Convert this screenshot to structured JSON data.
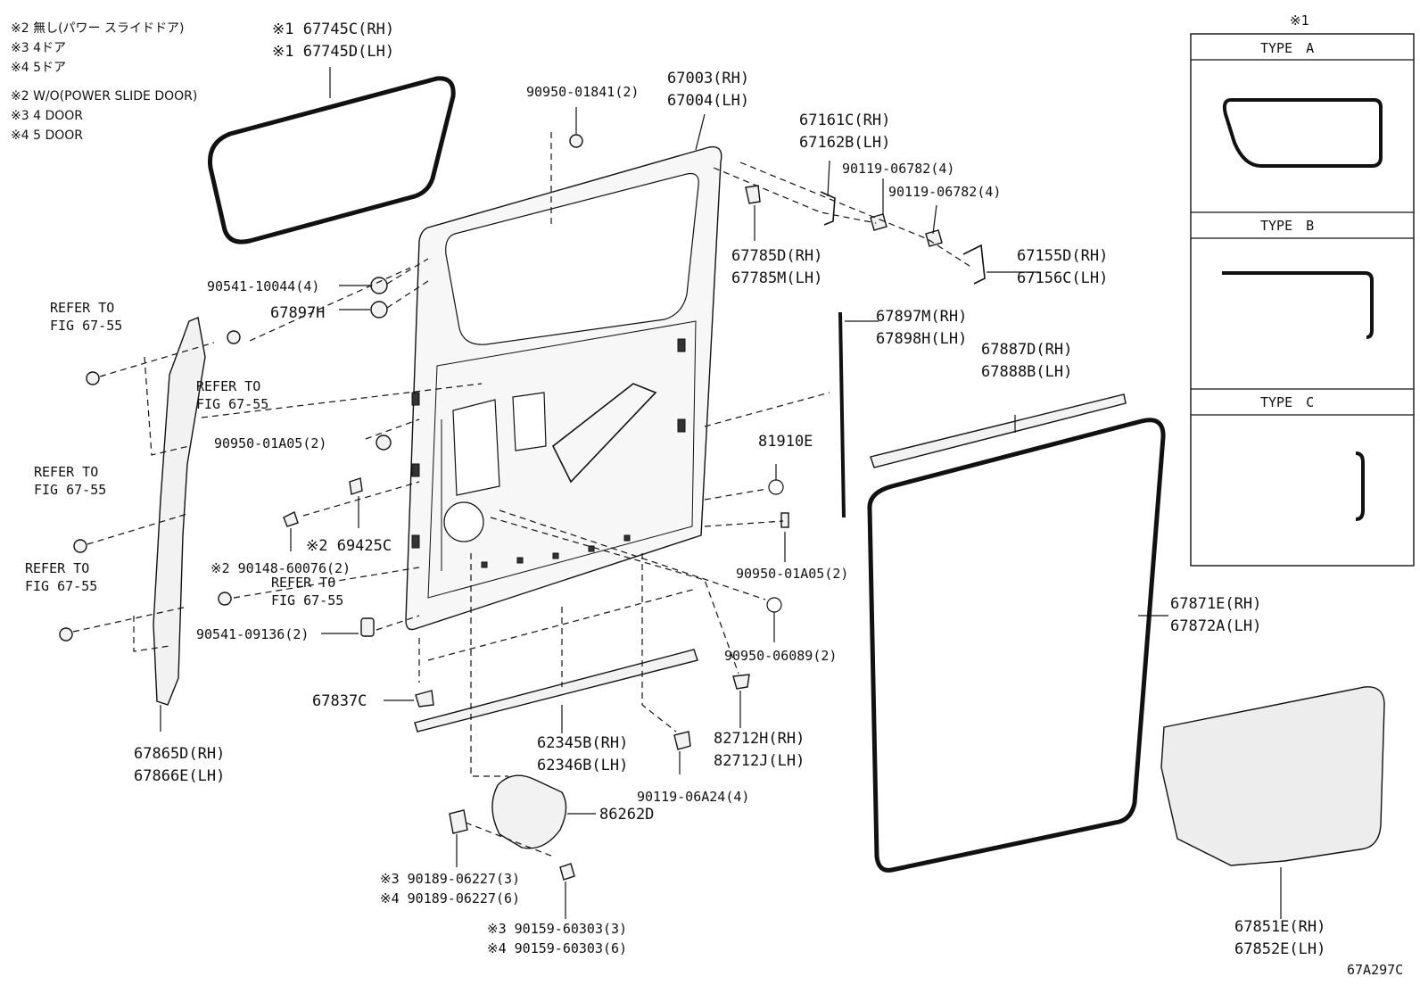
{
  "notes": [
    "※2 無し(パワー スライドドア)",
    "※3 4ドア",
    "※4 5ドア",
    "※2 W/O(POWER SLIDE DOOR)",
    "※3 4 DOOR",
    "※4 5 DOOR"
  ],
  "types_box": {
    "marker": "※1",
    "type_a": "TYPE　A",
    "type_b": "TYPE　B",
    "type_c": "TYPE　C"
  },
  "figure_code": "67A297C",
  "labels": {
    "p67745c": "※1 67745C(RH)",
    "p67745d": "※1 67745D(LH)",
    "p90950_01841": "90950-01841(2)",
    "p67003": "67003(RH)",
    "p67004": "67004(LH)",
    "p67161c": "67161C(RH)",
    "p67162b": "67162B(LH)",
    "p90119_06782_a": "90119-06782(4)",
    "p90119_06782_b": "90119-06782(4)",
    "p67785d": "67785D(RH)",
    "p67785m": "67785M(LH)",
    "p67155d": "67155D(RH)",
    "p67156c": "67156C(LH)",
    "p90541_10044": "90541-10044(4)",
    "p67897h": "67897H",
    "refer1a": "REFER TO",
    "refer1b": "FIG 67-55",
    "refer2a": "REFER TO",
    "refer2b": "FIG 67-55",
    "refer3a": "REFER TO",
    "refer3b": "FIG 67-55",
    "refer4a": "REFER TO",
    "refer4b": "FIG 67-55",
    "refer5a": "REFER TO",
    "refer5b": "FIG 67-55",
    "p67897m": "67897M(RH)",
    "p67898h": "67898H(LH)",
    "p67887d": "67887D(RH)",
    "p67888b": "67888B(LH)",
    "p90950_01a05_a": "90950-01A05(2)",
    "p81910e": "81910E",
    "p69425c": "※2 69425C",
    "p90148_60076": "※2 90148-60076(2)",
    "p90950_01a05_b": "90950-01A05(2)",
    "p67871e": "67871E(RH)",
    "p67872a": "67872A(LH)",
    "p90541_09136": "90541-09136(2)",
    "p90950_06089": "90950-06089(2)",
    "p67837c": "67837C",
    "p62345b": "62345B(RH)",
    "p62346b": "62346B(LH)",
    "p82712h": "82712H(RH)",
    "p82712j": "82712J(LH)",
    "p67865d": "67865D(RH)",
    "p67866e": "67866E(LH)",
    "p90119_06a24": "90119-06A24(4)",
    "p86262d": "86262D",
    "p90189_06227_3": "※3 90189-06227(3)",
    "p90189_06227_4": "※4 90189-06227(6)",
    "p90159_60303_3": "※3 90159-60303(3)",
    "p90159_60303_4": "※4 90159-60303(6)",
    "p67851e": "67851E(RH)",
    "p67852e": "67852E(LH)"
  }
}
